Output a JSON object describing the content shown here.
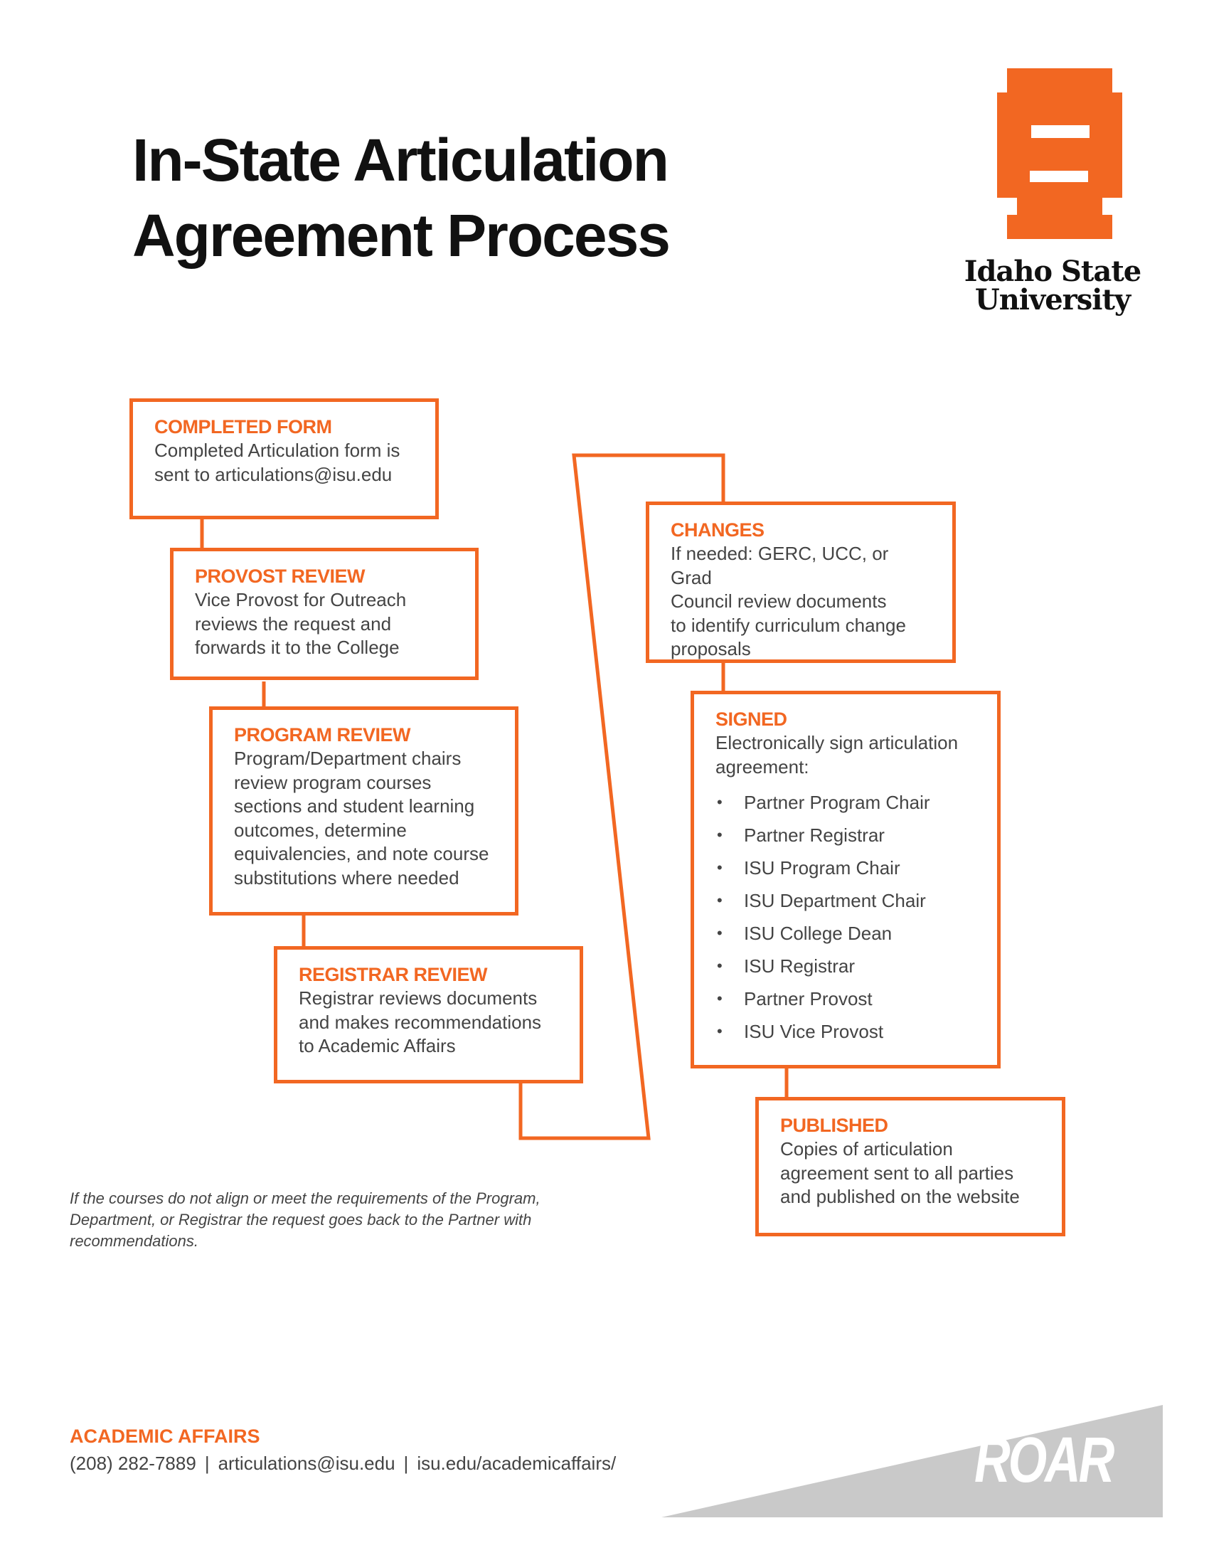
{
  "header": {
    "title_line1": "In-State Articulation",
    "title_line2": "Agreement Process"
  },
  "logo": {
    "icon": "isu-monogram-icon",
    "name_line1": "Idaho State",
    "name_line2": "University",
    "color": "#f26722"
  },
  "steps": {
    "completed_form": {
      "title": "COMPLETED FORM",
      "line1": "Completed Articulation form is",
      "line2": "sent to articulations@isu.edu"
    },
    "provost_review": {
      "title": "PROVOST REVIEW",
      "line1": "Vice Provost for Outreach",
      "line2": "reviews the request and",
      "line3": "forwards it to the College"
    },
    "program_review": {
      "title": "PROGRAM REVIEW",
      "line1": "Program/Department chairs",
      "line2": "review program courses",
      "line3": "sections and student learning",
      "line4": "outcomes, determine",
      "line5": "equivalencies, and note course",
      "line6": "substitutions where needed"
    },
    "registrar_review": {
      "title": "REGISTRAR REVIEW",
      "line1": "Registrar reviews documents",
      "line2": "and makes recommendations",
      "line3": "to Academic Affairs"
    },
    "changes": {
      "title": "CHANGES",
      "line1": "If needed: GERC, UCC, or Grad",
      "line2": "Council review documents",
      "line3": "to identify curriculum change",
      "line4": "proposals"
    },
    "signed": {
      "title": "SIGNED",
      "line1": "Electronically sign articulation",
      "line2": "agreement:",
      "signers": [
        "Partner Program Chair",
        "Partner Registrar",
        "ISU Program Chair",
        "ISU Department Chair",
        "ISU College Dean",
        "ISU Registrar",
        "Partner Provost",
        "ISU Vice Provost"
      ]
    },
    "published": {
      "title": "PUBLISHED",
      "line1": "Copies of articulation",
      "line2": "agreement sent to all parties",
      "line3": "and published on the website"
    }
  },
  "note": {
    "line1": "If the courses do not align or meet the requirements of the Program,",
    "line2": "Department, or Registrar the request goes back to the Partner with",
    "line3": "recommendations."
  },
  "footer": {
    "title": "ACADEMIC AFFAIRS",
    "phone": "(208) 282-7889",
    "email": "articulations@isu.edu",
    "website": "isu.edu/academicaffairs/",
    "separator": "|",
    "brand_mark": "ROAR"
  },
  "colors": {
    "accent": "#f26722",
    "text": "#444444",
    "title": "#111111",
    "roar_banner": "#c9c9c9"
  }
}
